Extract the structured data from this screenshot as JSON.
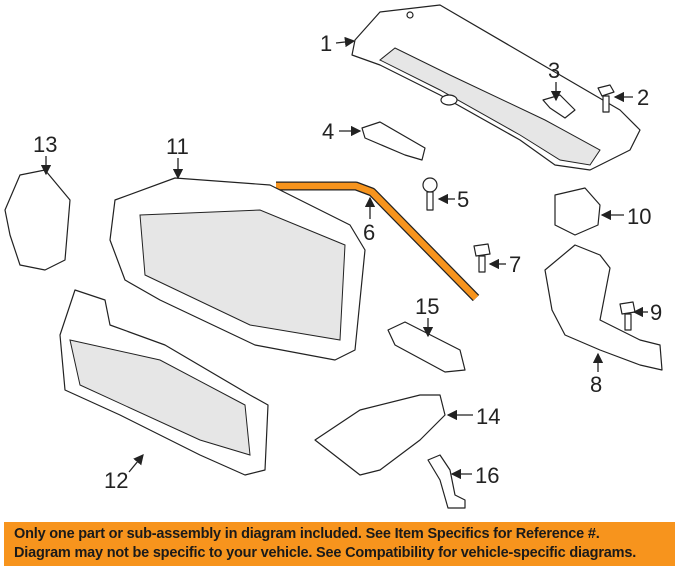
{
  "callouts": [
    "1",
    "2",
    "3",
    "4",
    "5",
    "6",
    "7",
    "8",
    "9",
    "10",
    "11",
    "12",
    "13",
    "14",
    "15",
    "16"
  ],
  "highlight_color": "#f7941d",
  "banner": {
    "line1": "Only one part or sub-assembly in diagram included. See Item Specifics for Reference #.",
    "line2": "Diagram may not be specific to your vehicle. See Compatibility for vehicle-specific diagrams."
  }
}
